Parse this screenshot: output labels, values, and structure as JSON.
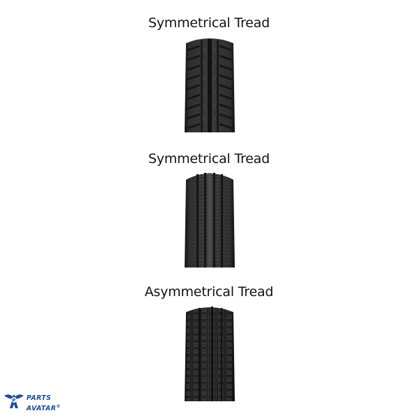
{
  "sections": [
    {
      "title": "Symmetrical Tread"
    },
    {
      "title": "Symmetrical Tread"
    },
    {
      "title": "Asymmetrical Tread"
    }
  ],
  "logo": {
    "line1": "PARTS",
    "line2": "AVATAR",
    "mark": "®",
    "color": "#1f4e96"
  },
  "colors": {
    "background": "#ffffff",
    "tire_dark": "#1b1b1b",
    "tire_mid": "#3a3a3a",
    "tire_light": "#5a5a5a"
  }
}
